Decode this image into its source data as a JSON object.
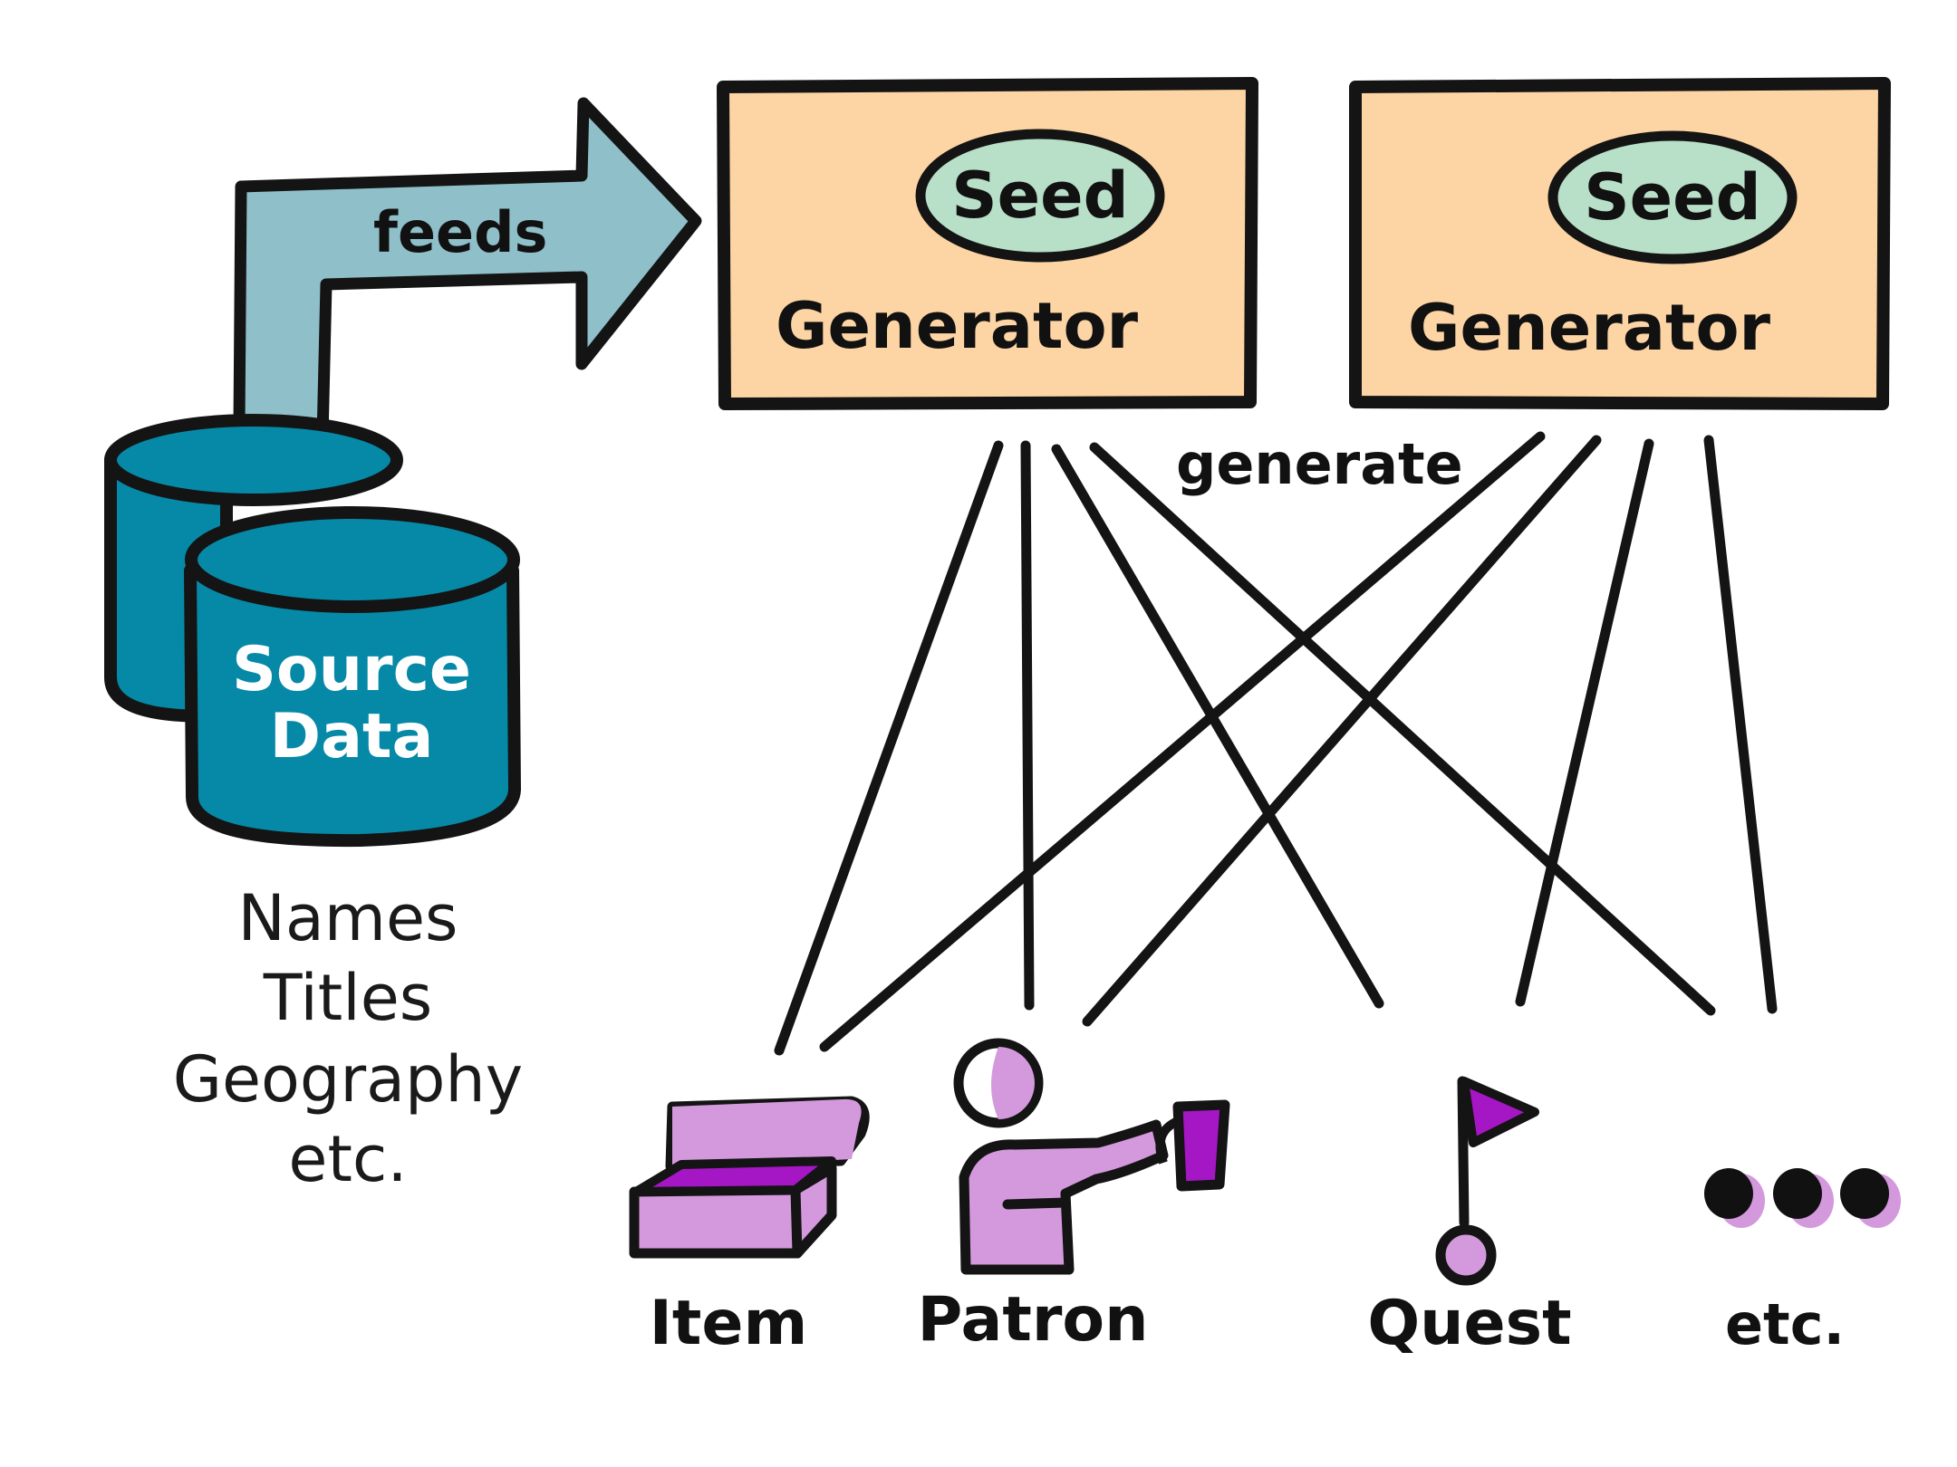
{
  "diagram": {
    "arrow_label": "feeds",
    "edges_label": "generate",
    "source": {
      "title_line1": "Source",
      "title_line2": "Data",
      "items": [
        "Names",
        "Titles",
        "Geography",
        "etc."
      ]
    },
    "generators": [
      {
        "label": "Generator",
        "seed_label": "Seed"
      },
      {
        "label": "Generator",
        "seed_label": "Seed"
      }
    ],
    "outputs": [
      {
        "label": "Item",
        "icon": "treasure-chest-icon"
      },
      {
        "label": "Patron",
        "icon": "person-with-mug-icon"
      },
      {
        "label": "Quest",
        "icon": "flag-icon"
      },
      {
        "label": "etc.",
        "icon": "ellipsis-dots-icon"
      }
    ]
  },
  "colors": {
    "generator_fill": "#FDD4A4",
    "seed_fill": "#B8DFC7",
    "arrow_fill": "#8FBFC9",
    "database_fill": "#0689A7",
    "icon_purple_light": "#D499DD",
    "icon_purple_dark": "#A516C4",
    "outline": "#141414"
  }
}
